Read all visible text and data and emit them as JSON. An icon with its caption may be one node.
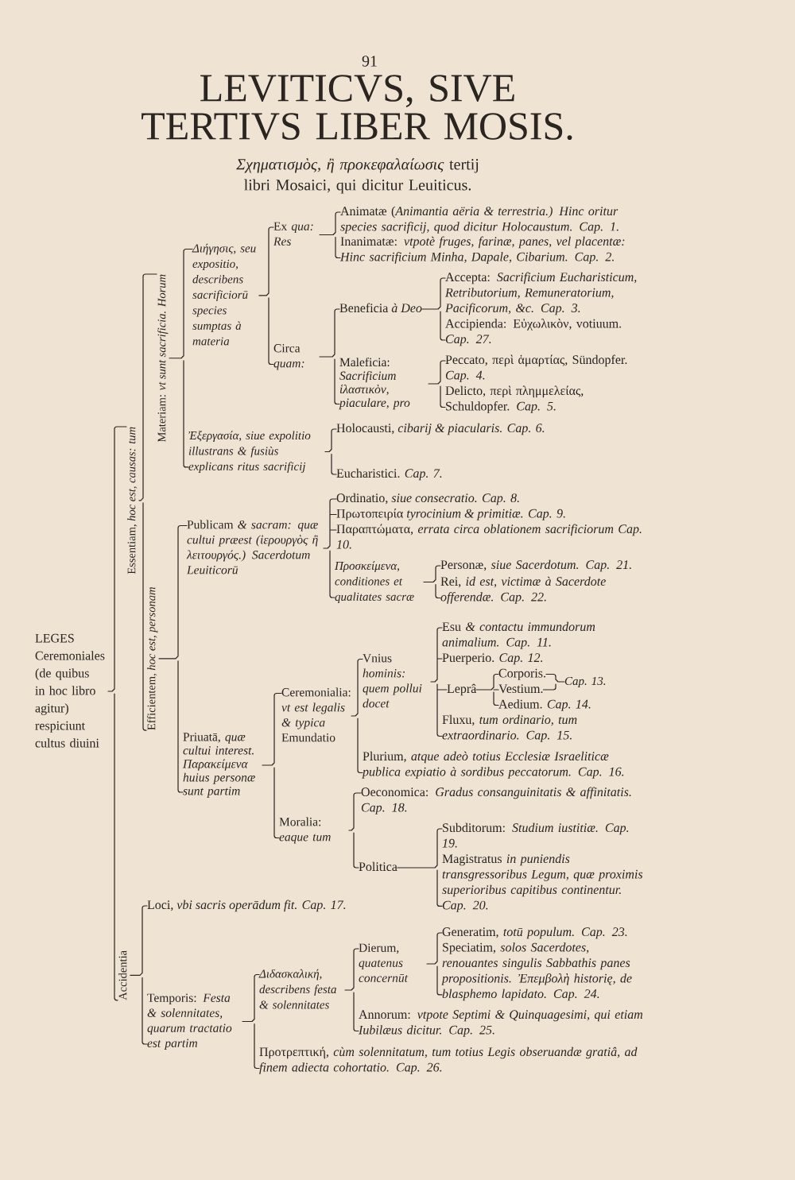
{
  "diagram": {
    "title": "LEVITICVS, SIVE TERTIVS LIBER MOSIS.",
    "nodes": [
      {
        "text": [
          "LEGES Ceremoniales (de quibus in hoc libro agitur) respiciunt cultus diuini"
        ]
      },
      {
        "text": [
          "Essentiam, *hoc est, causas: tum*"
        ]
      },
      {
        "text": [
          "Materiam: *vt sunt sacrificia. Horum*"
        ]
      },
      {
        "text": [
          "Διήγησις, seu expositio, describens sacrificiorū species sumptas à materia"
        ]
      },
      {
        "text": [
          "Ex *qua: Res*"
        ]
      },
      {
        "text": [
          "Animatæ (*Animantia aëria & terrestria.) Hinc oritur species sacrificij, quod dicitur Holocaustum. Cap. 1.*"
        ]
      },
      {
        "text": [
          "Inanimatæ: *vtpotè fruges, farinæ, panes, vel placentæ: Hinc sacrificium Minha, Dapale, Cibarium. Cap. 2.*"
        ]
      },
      {
        "text": [
          "Circa *quam:*"
        ]
      },
      {
        "text": [
          "Beneficia *à Deo*"
        ]
      },
      {
        "text": [
          "Accepta: *Sacrificium Eucharisticum, Retributorium, Remuneratorium, Pacificorum, &c. Cap. 3.*"
        ]
      },
      {
        "text": [
          "Accipienda: Εὐχωλικὸν, votiuum. *Cap. 27.*"
        ]
      },
      {
        "text": [
          "Maleficia: *Sacrificium ἱλαστικὸν, piaculare, pro*"
        ]
      },
      {
        "text": [
          "Peccato, περὶ ἁμαρτίας, Sündopfer. *Cap. 4.*"
        ]
      },
      {
        "text": [
          "Delicto, περὶ πλημμελείας, Schuldopfer. *Cap. 5.*"
        ]
      },
      {
        "text": [
          "Ἐξεργασία, siue expolitio illustrans & fusiùs explicans ritus sacrificij"
        ]
      },
      {
        "text": [
          "Holocausti, *cibarij & piacularis. Cap. 6.*"
        ]
      },
      {
        "text": [
          "Eucharistici. *Cap. 7.*"
        ]
      },
      {
        "text": [
          "Efficientem, *hoc est, personam*"
        ]
      },
      {
        "text": [
          "Publicam *& sacram: quæ cultui præest (ἱερουργὸς ἢ λειτουργός.) Sacerdotum Leuiticorū*"
        ]
      },
      {
        "text": [
          "Ordinatio, *siue consecratio. Cap. 8.*"
        ]
      },
      {
        "text": [
          "Πρωτοπειρία *tyrocinium & primitiæ. Cap. 9.*"
        ]
      },
      {
        "text": [
          "Παραπτώματα, *errata circa oblationem sacrificiorum Cap. 10.*"
        ]
      },
      {
        "text": [
          "Προσκείμενα, conditiones et qualitates sacræ"
        ]
      },
      {
        "text": [
          "Personæ, *siue Sacerdotum. Cap. 21.*"
        ]
      },
      {
        "text": [
          "Rei, *id est, victimæ à Sacerdote offerendæ. Cap. 22.*"
        ]
      },
      {
        "text": [
          "Priuatā, *quæ cultui interest. Παρακείμενα huius personæ sunt partim*"
        ]
      },
      {
        "text": [
          "Ceremonialia: *vt est legalis & typica* Emundatio"
        ]
      },
      {
        "text": [
          "Vnius *hominis: quem pollui docet*"
        ]
      },
      {
        "text": [
          "Esu *& contactu immundorum animalium. Cap. 11.*"
        ]
      },
      {
        "text": [
          "Puerperio. *Cap. 12.*"
        ]
      },
      {
        "text": [
          "Leprâ"
        ]
      },
      {
        "text": [
          "Corporis."
        ]
      },
      {
        "text": [
          "Vestium."
        ]
      },
      {
        "text": [
          "Aedium. *Cap. 14.*"
        ]
      },
      {
        "text": [
          "Cap. 13."
        ]
      },
      {
        "text": [
          "Fluxu, *tum ordinario, tum extraordinario. Cap. 15.*"
        ]
      },
      {
        "text": [
          "Plurium, *atque adeò totius Ecclesiæ Israeliticæ publica expiatio à sordibus peccatorum. Cap. 16.*"
        ]
      },
      {
        "text": [
          "Moralia: *eaque tum*"
        ]
      },
      {
        "text": [
          "Oeconomica: *Gradus consanguinitatis & affinitatis. Cap. 18.*"
        ]
      },
      {
        "text": [
          "Politica"
        ]
      },
      {
        "text": [
          "Subditorum: *Studium iustitiæ. Cap. 19.*"
        ]
      },
      {
        "text": [
          "Magistratus *in puniendis transgressoribus Legum, quæ proximis superioribus capitibus continentur. Cap. 20.*"
        ]
      },
      {
        "text": [
          "Accidentia"
        ]
      },
      {
        "text": [
          "Loci, *vbi sacris operādum fit. Cap. 17.*"
        ]
      },
      {
        "text": [
          "Temporis: *Festa & solennitates, quarum tractatio est partim*"
        ]
      },
      {
        "text": [
          "Διδασκαλική, describens festa & solennitates"
        ]
      },
      {
        "text": [
          "Dierum, *quatenus concernūt*"
        ]
      },
      {
        "text": [
          "Generatim, *totū populum. Cap. 23.*"
        ]
      },
      {
        "text": [
          "Speciatim, *solos Sacerdotes, renouantes singulis Sabbathis panes propositionis. Ἐπεμβολὴ historię, de blasphemo lapidato. Cap. 24.*"
        ]
      },
      {
        "text": [
          "Annorum: *vtpote Septimi & Quinquagesimi, qui etiam Iubilæus dicitur. Cap. 25.*"
        ]
      },
      {
        "text": [
          "Προτρεπτική, *cùm solennitatum, tum totius Legis obseruandæ gratiâ, ad finem adiecta cohortatio. Cap. 26.*"
        ]
      }
    ],
    "edges": [
      {
        "from": 0,
        "to": 1,
        "arrow": "none"
      },
      {
        "from": 0,
        "to": 42,
        "arrow": "none"
      },
      {
        "from": 1,
        "to": 2,
        "arrow": "none"
      },
      {
        "from": 1,
        "to": 17,
        "arrow": "none"
      },
      {
        "from": 2,
        "to": 3,
        "arrow": "none"
      },
      {
        "from": 2,
        "to": 14,
        "arrow": "none"
      },
      {
        "from": 3,
        "to": 4,
        "arrow": "none"
      },
      {
        "from": 3,
        "to": 7,
        "arrow": "none"
      },
      {
        "from": 4,
        "to": 5,
        "arrow": "none"
      },
      {
        "from": 4,
        "to": 6,
        "arrow": "none"
      },
      {
        "from": 7,
        "to": 8,
        "arrow": "none"
      },
      {
        "from": 7,
        "to": 11,
        "arrow": "none"
      },
      {
        "from": 8,
        "to": 9,
        "arrow": "none"
      },
      {
        "from": 8,
        "to": 10,
        "arrow": "none"
      },
      {
        "from": 11,
        "to": 12,
        "arrow": "none"
      },
      {
        "from": 11,
        "to": 13,
        "arrow": "none"
      },
      {
        "from": 14,
        "to": 15,
        "arrow": "none"
      },
      {
        "from": 14,
        "to": 16,
        "arrow": "none"
      },
      {
        "from": 17,
        "to": 18,
        "arrow": "none"
      },
      {
        "from": 17,
        "to": 25,
        "arrow": "none"
      },
      {
        "from": 18,
        "to": 19,
        "arrow": "none"
      },
      {
        "from": 18,
        "to": 20,
        "arrow": "none"
      },
      {
        "from": 18,
        "to": 21,
        "arrow": "none"
      },
      {
        "from": 18,
        "to": 22,
        "arrow": "none"
      },
      {
        "from": 22,
        "to": 23,
        "arrow": "none"
      },
      {
        "from": 22,
        "to": 24,
        "arrow": "none"
      },
      {
        "from": 25,
        "to": 26,
        "arrow": "none"
      },
      {
        "from": 25,
        "to": 37,
        "arrow": "none"
      },
      {
        "from": 26,
        "to": 27,
        "arrow": "none"
      },
      {
        "from": 26,
        "to": 36,
        "arrow": "none"
      },
      {
        "from": 27,
        "to": 28,
        "arrow": "none"
      },
      {
        "from": 27,
        "to": 29,
        "arrow": "none"
      },
      {
        "from": 27,
        "to": 30,
        "arrow": "none"
      },
      {
        "from": 27,
        "to": 35,
        "arrow": "none"
      },
      {
        "from": 30,
        "to": 31,
        "arrow": "none"
      },
      {
        "from": 30,
        "to": 32,
        "arrow": "none"
      },
      {
        "from": 30,
        "to": 33,
        "arrow": "none"
      },
      {
        "from": 31,
        "to": 34,
        "arrow": "none"
      },
      {
        "from": 32,
        "to": 34,
        "arrow": "none"
      },
      {
        "from": 37,
        "to": 38,
        "arrow": "none"
      },
      {
        "from": 37,
        "to": 39,
        "arrow": "none"
      },
      {
        "from": 39,
        "to": 40,
        "arrow": "none"
      },
      {
        "from": 39,
        "to": 41,
        "arrow": "none"
      },
      {
        "from": 42,
        "to": 43,
        "arrow": "none"
      },
      {
        "from": 42,
        "to": 44,
        "arrow": "none"
      },
      {
        "from": 44,
        "to": 45,
        "arrow": "none"
      },
      {
        "from": 44,
        "to": 50,
        "arrow": "none"
      },
      {
        "from": 45,
        "to": 46,
        "arrow": "none"
      },
      {
        "from": 45,
        "to": 49,
        "arrow": "none"
      },
      {
        "from": 46,
        "to": 47,
        "arrow": "none"
      },
      {
        "from": 46,
        "to": 48,
        "arrow": "none"
      }
    ],
    "labels": [
      "91",
      "*Σχηματισμὸς, ἢ προκεφαλαίωσις* tertij libri Mosaici, qui dicitur Leuiticus."
    ]
  }
}
